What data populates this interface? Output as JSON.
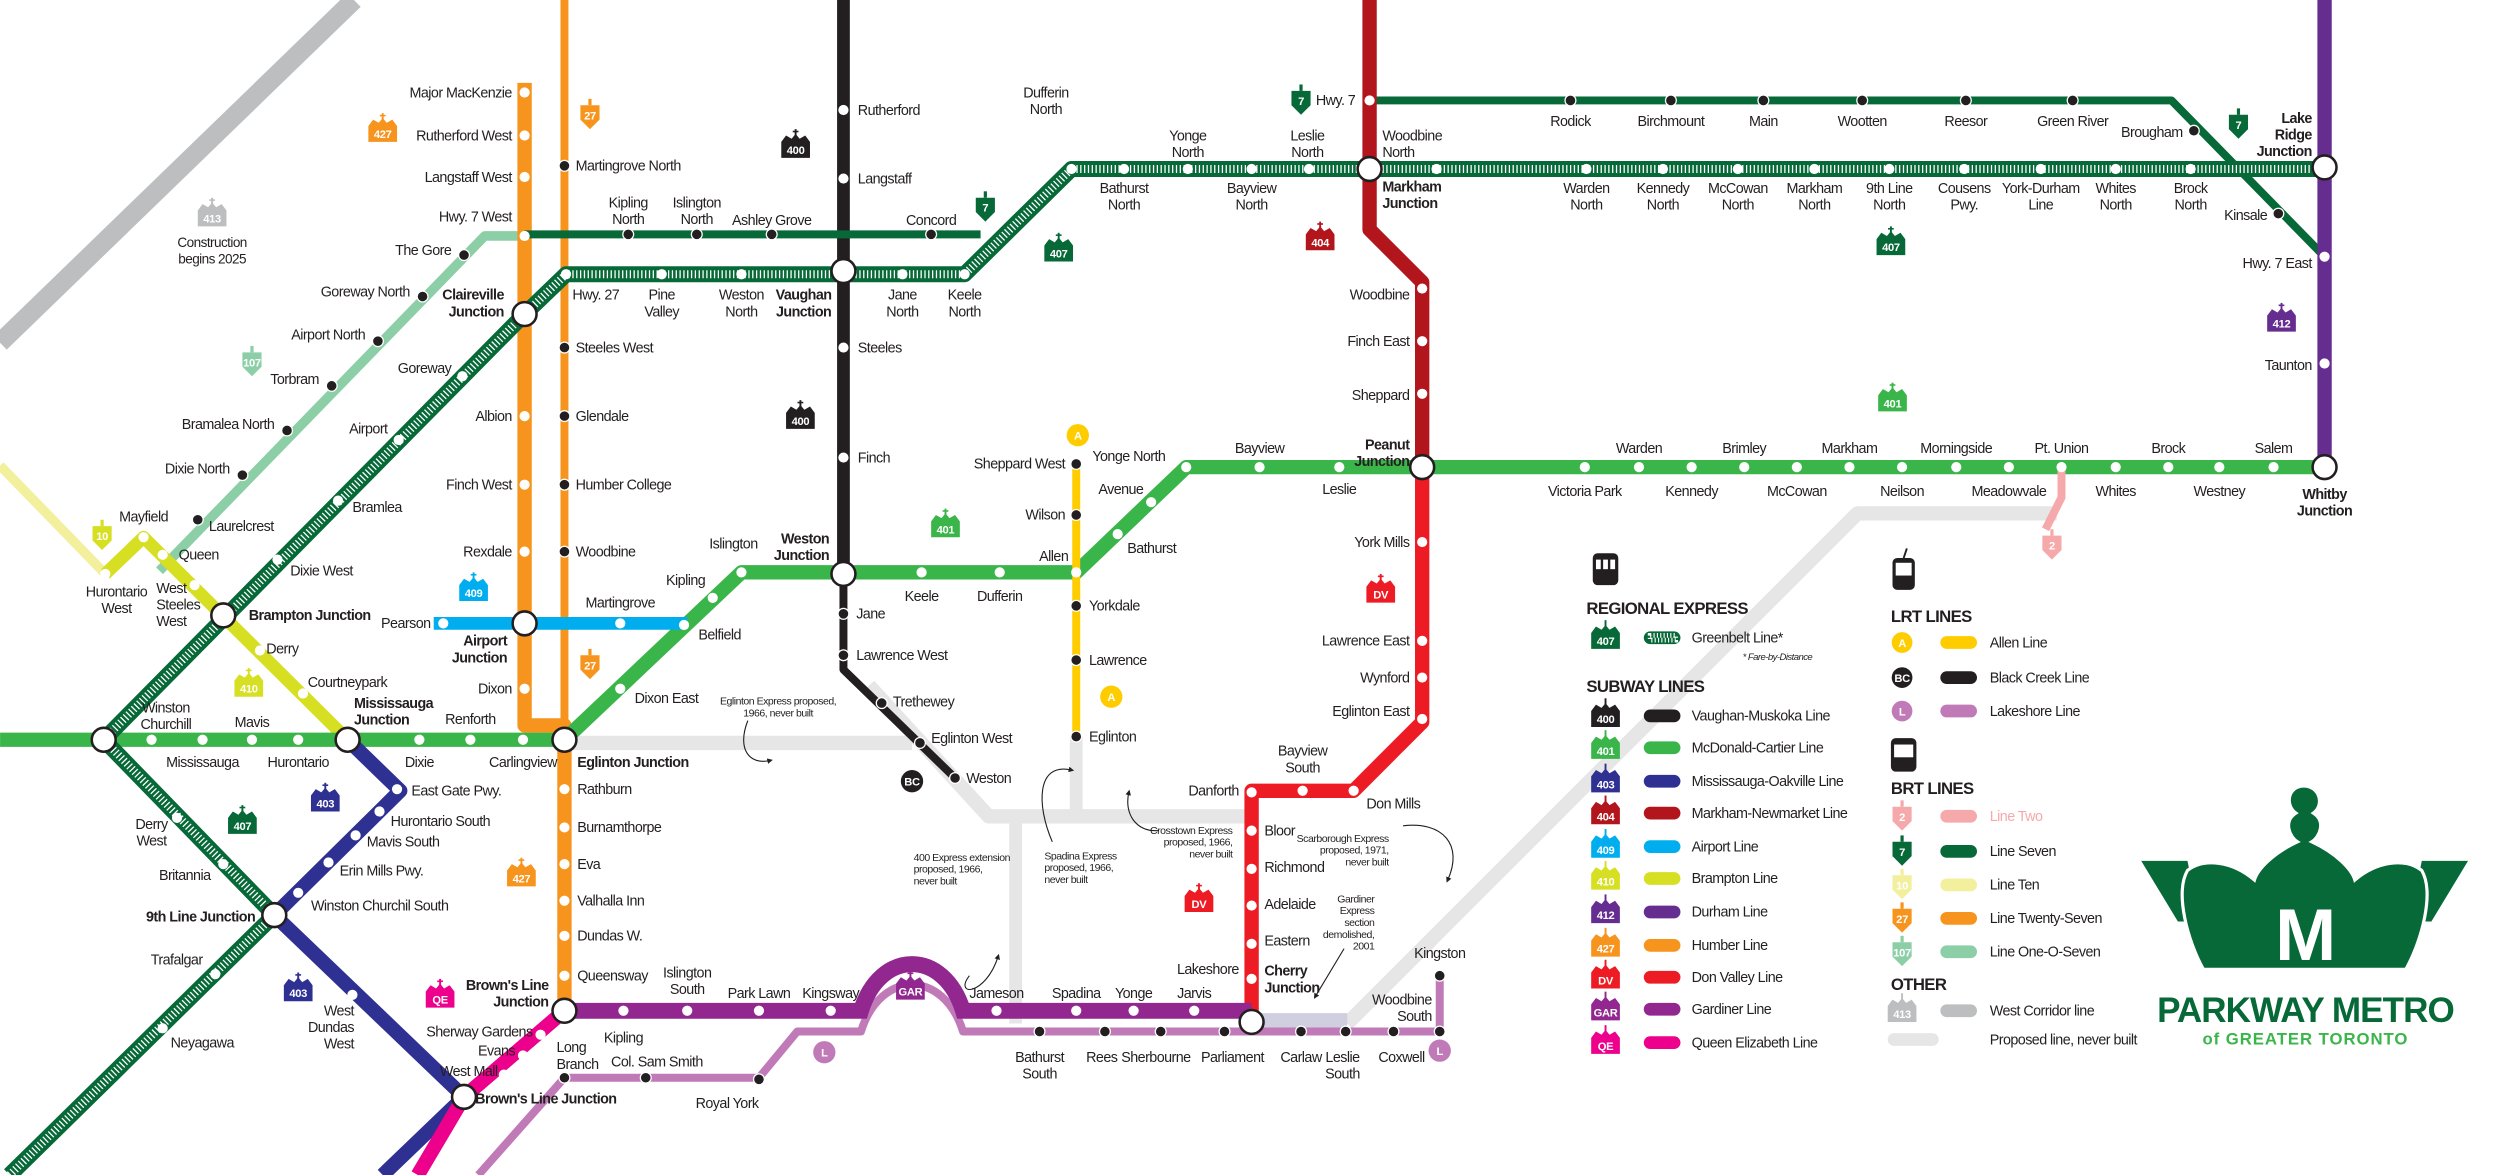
{
  "stations": {
    "major_mackenzie": "Major MacKenzie",
    "rutherford_west": "Rutherford West",
    "langstaff_west": "Langstaff West",
    "hwy7_west": "Hwy. 7 West",
    "claireville_junction": [
      "Claireville",
      "Junction"
    ],
    "albion": "Albion",
    "finch_west": "Finch West",
    "rexdale": "Rexdale",
    "airport_junction": [
      "Airport",
      "Junction"
    ],
    "dixon": "Dixon",
    "renforth": "Renforth",
    "carlingview": "Carlingview",
    "martingrove_north": "Martingrove North",
    "steeles_west": "Steeles West",
    "glendale": "Glendale",
    "humber_college": "Humber College",
    "woodbine_27": "Woodbine",
    "eglinton_junction": "Eglinton Junction",
    "rathburn": "Rathburn",
    "burnamthorpe": "Burnamthorpe",
    "eva": "Eva",
    "valhalla_inn": "Valhalla Inn",
    "dundas_w": "Dundas W.",
    "queensway": "Queensway",
    "browns_line_junction_top": [
      "Brown's Line",
      "Junction"
    ],
    "sherway_gardens": "Sherway Gardens",
    "evans": "Evans",
    "west_mall": "West Mall",
    "long_branch": [
      "Long",
      "Branch"
    ],
    "kipling_gar": "Kipling",
    "col_sam_smith": "Col. Sam Smith",
    "islington_south": [
      "Islington",
      "South"
    ],
    "park_lawn": "Park Lawn",
    "kingsway": "Kingsway",
    "royal_york": "Royal York",
    "jameson": "Jameson",
    "spadina": "Spadina",
    "yonge": "Yonge",
    "jarvis": "Jarvis",
    "lakeshore": "Lakeshore",
    "cherry_junction": [
      "Cherry",
      "Junction"
    ],
    "bathurst_south": [
      "Bathurst",
      "South"
    ],
    "rees": "Rees",
    "sherbourne": "Sherbourne",
    "parliament": "Parliament",
    "carlaw": "Carlaw",
    "leslie_south": [
      "Leslie",
      "South"
    ],
    "coxwell": "Coxwell",
    "woodbine_south": [
      "Woodbine",
      "South"
    ],
    "kingston": "Kingston",
    "browns_line_junction": "Brown's Line Junction",
    "danforth": "Danforth",
    "bloor": "Bloor",
    "richmond": "Richmond",
    "adelaide": "Adelaide",
    "eastern": "Eastern",
    "bayview_south": [
      "Bayview",
      "South"
    ],
    "don_mills": "Don Mills",
    "eglinton_east": "Eglinton East",
    "wynford": "Wynford",
    "lawrence_east": "Lawrence East",
    "york_mills": "York Mills",
    "peanut_junction": [
      "Peanut",
      "Junction"
    ],
    "sheppard": "Sheppard",
    "finch_east": "Finch East",
    "woodbine_404": "Woodbine",
    "markham_junction": [
      "Markham",
      "Junction"
    ],
    "woodbine_north": [
      "Woodbine",
      "North"
    ],
    "hwy7": "Hwy. 7",
    "rodick": "Rodick",
    "birchmount": "Birchmount",
    "main": "Main",
    "wootten": "Wootten",
    "reesor": "Reesor",
    "green_river": "Green River",
    "brougham": "Brougham",
    "kinsale": "Kinsale",
    "warden_north": [
      "Warden",
      "North"
    ],
    "kennedy_north": [
      "Kennedy",
      "North"
    ],
    "mccowan_north": [
      "McCowan",
      "North"
    ],
    "markham_north": [
      "Markham",
      "North"
    ],
    "ninth_line_north": [
      "9th Line",
      "North"
    ],
    "cousens_pwy": [
      "Cousens",
      "Pwy."
    ],
    "york_durham_line": [
      "York-Durham",
      "Line"
    ],
    "whites_north": [
      "Whites",
      "North"
    ],
    "brock_north": [
      "Brock",
      "North"
    ],
    "lake_ridge_junction": [
      "Lake",
      "Ridge",
      "Junction"
    ],
    "hwy7_east": "Hwy. 7 East",
    "taunton": "Taunton",
    "whitby_junction": [
      "Whitby",
      "Junction"
    ],
    "dufferin_north": [
      "Dufferin",
      "North"
    ],
    "bathurst_north": [
      "Bathurst",
      "North"
    ],
    "yonge_north_gb": [
      "Yonge",
      "North"
    ],
    "bayview_north": [
      "Bayview",
      "North"
    ],
    "leslie_north": [
      "Leslie",
      "North"
    ],
    "hwy27": "Hwy. 27",
    "pine_valley": [
      "Pine",
      "Valley"
    ],
    "weston_north": [
      "Weston",
      "North"
    ],
    "vaughan_junction": [
      "Vaughan",
      "Junction"
    ],
    "jane_north": [
      "Jane",
      "North"
    ],
    "keele_north": [
      "Keele",
      "North"
    ],
    "kipling_north": [
      "Kipling",
      "North"
    ],
    "islington_north": [
      "Islington",
      "North"
    ],
    "ashley_grove": "Ashley Grove",
    "concord": "Concord",
    "rutherford": "Rutherford",
    "langstaff": "Langstaff",
    "steeles": "Steeles",
    "finch": "Finch",
    "weston_junction": [
      "Weston",
      "Junction"
    ],
    "jane": "Jane",
    "lawrence_west": "Lawrence West",
    "trethewey": "Trethewey",
    "eglinton_west": "Eglinton West",
    "weston": "Weston",
    "keele": "Keele",
    "dufferin": "Dufferin",
    "islington": "Islington",
    "kipling": "Kipling",
    "belfield": "Belfield",
    "dixon_east": "Dixon East",
    "martingrove": "Martingrove",
    "pearson": "Pearson",
    "allen": "Allen",
    "bathurst": "Bathurst",
    "avenue": "Avenue",
    "yonge_north": "Yonge North",
    "bayview": "Bayview",
    "leslie": "Leslie",
    "sheppard_west": "Sheppard West",
    "wilson": "Wilson",
    "yorkdale": "Yorkdale",
    "lawrence": "Lawrence",
    "eglinton": "Eglinton",
    "victoria_park": "Victoria Park",
    "warden": "Warden",
    "kennedy": "Kennedy",
    "brimley": "Brimley",
    "mccowan": "McCowan",
    "markham": "Markham",
    "neilson": "Neilson",
    "morningside": "Morningside",
    "meadowvale": "Meadowvale",
    "pt_union": "Pt. Union",
    "whites": "Whites",
    "brock": "Brock",
    "westney": "Westney",
    "salem": "Salem",
    "winston_churchill": [
      "Winston",
      "Churchill"
    ],
    "mississauga": "Mississauga",
    "mavis": "Mavis",
    "hurontario": "Hurontario",
    "mississauga_junction": [
      "Mississauga",
      "Junction"
    ],
    "dixie": "Dixie",
    "hurontario_west": [
      "Hurontario",
      "West"
    ],
    "mayfield": "Mayfield",
    "queen": "Queen",
    "west_steeles_west": [
      "West",
      "Steeles",
      "West"
    ],
    "brampton_junction": "Brampton Junction",
    "derry": "Derry",
    "courtneypark": "Courtneypark",
    "dixie_west": "Dixie West",
    "bramlea": "Bramlea",
    "airport": "Airport",
    "goreway": "Goreway",
    "derry_west": [
      "Derry",
      "West"
    ],
    "britannia": "Britannia",
    "ninth_line_junction": "9th Line Junction",
    "trafalgar": "Trafalgar",
    "neyagawa": "Neyagawa",
    "the_gore": "The Gore",
    "goreway_north": "Goreway North",
    "airport_north": "Airport North",
    "torbram": "Torbram",
    "bramalea_north": "Bramalea North",
    "dixie_north": "Dixie North",
    "laurelcrest": "Laurelcrest",
    "east_gate_pwy": "East Gate Pwy.",
    "hurontario_south": "Hurontario South",
    "mavis_south": "Mavis South",
    "erin_mills_pwy": "Erin Mills Pwy.",
    "winston_churchil_south": "Winston Churchil South",
    "west_dundas_west": [
      "West",
      "Dundas",
      "West"
    ]
  },
  "annotations": {
    "construction": [
      "Construction",
      "begins 2025"
    ],
    "eglinton_express": [
      "Eglinton Express proposed,",
      "1966, never built"
    ],
    "express_400": [
      "400 Express extension",
      "proposed, 1966,",
      "never built"
    ],
    "spadina_express": [
      "Spadina Express",
      "proposed, 1966,",
      "never built"
    ],
    "crosstown_express": [
      "Crosstown Express",
      "proposed, 1966,",
      "never built"
    ],
    "scarborough_express": [
      "Scarborough Express",
      "proposed, 1971,",
      "never built"
    ],
    "gardiner_express": [
      "Gardiner",
      "Express",
      "section",
      "demolished,",
      "2001"
    ]
  },
  "shields": {
    "s427": "427",
    "s27": "27",
    "s400": "400",
    "s413": "413",
    "s107": "107",
    "s10": "10",
    "s410": "410",
    "s407": "407",
    "s403": "403",
    "s409": "409",
    "sQE": "QE",
    "s7": "7",
    "s401": "401",
    "s404": "404",
    "s412": "412",
    "sDV": "DV",
    "sGAR": "GAR",
    "sBC": "BC",
    "sA": "A",
    "sL": "L",
    "s2": "2"
  },
  "legend": {
    "regional_express": {
      "title": "REGIONAL EXPRESS",
      "items": [
        {
          "badge": "407",
          "label": "Greenbelt Line*",
          "color": "#066937"
        }
      ],
      "footnote": "* Fare-by-Distance"
    },
    "subway_lines": {
      "title": "SUBWAY LINES",
      "items": [
        {
          "badge": "400",
          "label": "Vaughan-Muskoka Line",
          "color": "#231f20"
        },
        {
          "badge": "401",
          "label": "McDonald-Cartier Line",
          "color": "#3ab54a"
        },
        {
          "badge": "403",
          "label": "Mississauga-Oakville Line",
          "color": "#2e3192"
        },
        {
          "badge": "404",
          "label": "Markham-Newmarket Line",
          "color": "#b3151c"
        },
        {
          "badge": "409",
          "label": "Airport Line",
          "color": "#00aeef"
        },
        {
          "badge": "410",
          "label": "Brampton Line",
          "color": "#d7df23"
        },
        {
          "badge": "412",
          "label": "Durham Line",
          "color": "#662d91"
        },
        {
          "badge": "427",
          "label": "Humber Line",
          "color": "#f7941d"
        },
        {
          "badge": "DV",
          "label": "Don Valley Line",
          "color": "#ed1c24"
        },
        {
          "badge": "GAR",
          "label": "Gardiner Line",
          "color": "#92278f"
        },
        {
          "badge": "QE",
          "label": "Queen Elizabeth Line",
          "color": "#ec008c"
        }
      ]
    },
    "lrt_lines": {
      "title": "LRT LINES",
      "items": [
        {
          "badge": "A",
          "label": "Allen Line",
          "color": "#ffcc00"
        },
        {
          "badge": "BC",
          "label": "Black Creek Line",
          "color": "#231f20"
        },
        {
          "badge": "L",
          "label": "Lakeshore Line",
          "color": "#c17ab8"
        }
      ]
    },
    "brt_lines": {
      "title": "BRT LINES",
      "items": [
        {
          "badge": "2",
          "label": "Line Two",
          "color": "#f5a9ab"
        },
        {
          "badge": "7",
          "label": "Line Seven",
          "color": "#066937"
        },
        {
          "badge": "10",
          "label": "Line Ten",
          "color": "#f2f09d"
        },
        {
          "badge": "27",
          "label": "Line Twenty-Seven",
          "color": "#f7941d"
        },
        {
          "badge": "107",
          "label": "Line One-O-Seven",
          "color": "#8ccfa7"
        }
      ]
    },
    "other": {
      "title": "OTHER",
      "items": [
        {
          "badge": "413",
          "label": "West Corridor line",
          "color": "#bcbec0"
        },
        {
          "badge": "",
          "label": "Proposed line, never built",
          "color": "#e6e6e6"
        }
      ]
    }
  },
  "logo": {
    "letter": "M",
    "title": "PARKWAY METRO",
    "subtitle": "of GREATER TORONTO",
    "color": "#066937"
  }
}
